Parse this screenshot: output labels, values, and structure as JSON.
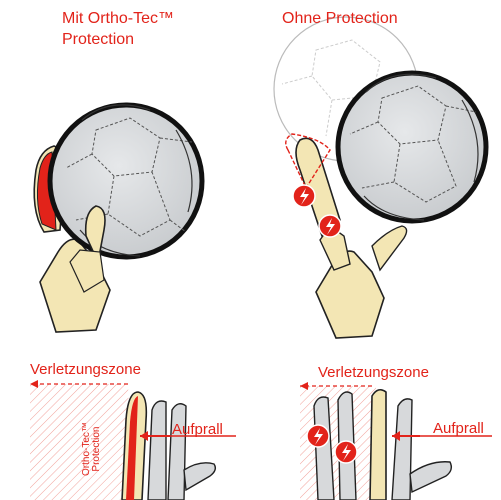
{
  "labels": {
    "with_protection_line1": "Mit Ortho-Tec™",
    "with_protection_line2": "Protection",
    "without_protection": "Ohne Protection",
    "injury_zone_left": "Verletzungszone",
    "injury_zone_right": "Verletzungszone",
    "impact_left": "Aufprall",
    "impact_right": "Aufprall",
    "vertical_line1": "Ortho-Tec™",
    "vertical_line2": "Protection"
  },
  "icons": [
    "ball-icon",
    "glove-icon",
    "lightning-warning-icon",
    "arrow-icon"
  ],
  "colors": {
    "accent": "#e2231a",
    "glove": "#f3e6b4",
    "ball": "#d7d9db",
    "outline": "#222222"
  }
}
